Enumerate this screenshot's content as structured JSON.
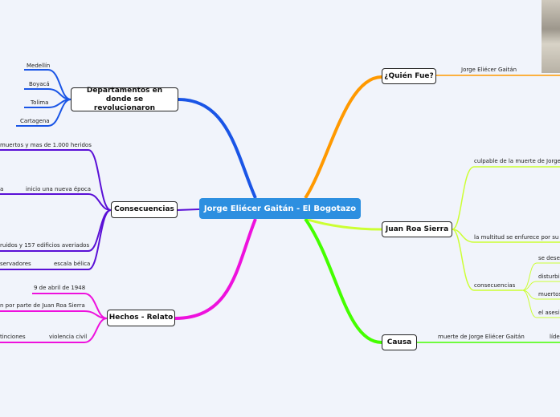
{
  "central": "Jorge Eliécer Gaitán - El Bogotazo",
  "branches": {
    "quien": {
      "title": "¿Quién Fue?",
      "items": [
        "Jorge Eliécer Gaitán"
      ]
    },
    "roa": {
      "title": "Juan Roa Sierra",
      "items": [
        "culpable de la muerte de Jorge",
        "la multitud se enfurece por su",
        "consecuencias"
      ],
      "sub": [
        "se dese",
        "disturbi",
        "muertos",
        "el asesi"
      ]
    },
    "causa": {
      "title": "Causa",
      "items": [
        "muerte de Jorge Eliécer Gaitán",
        "líde"
      ]
    },
    "departamentos": {
      "title": "Departamentos en donde se revolucionaron",
      "items": [
        "Medellín",
        "Boyacá",
        "Tolima",
        "Cartagena"
      ]
    },
    "consecuencias": {
      "title": "Consecuencias",
      "items": [
        "muertos y mas de 1.000 heridos",
        "inicio una nueva época",
        "a",
        "ruidos y 157 edificios averiados",
        "escala bélica",
        "servadores"
      ]
    },
    "hechos": {
      "title": "Hechos - Relato",
      "items": [
        "9 de abril de 1948",
        "n por parte de Juan Roa Sierra",
        "violencia civil",
        "tinciones"
      ]
    }
  },
  "colors": {
    "quien": "#ff9900",
    "roa": "#ccff33",
    "causa": "#44ff00",
    "departamentos": "#1a55e6",
    "consecuencias": "#5a0fd6",
    "hechos": "#ee11dd",
    "central": "#2d8fe0"
  }
}
